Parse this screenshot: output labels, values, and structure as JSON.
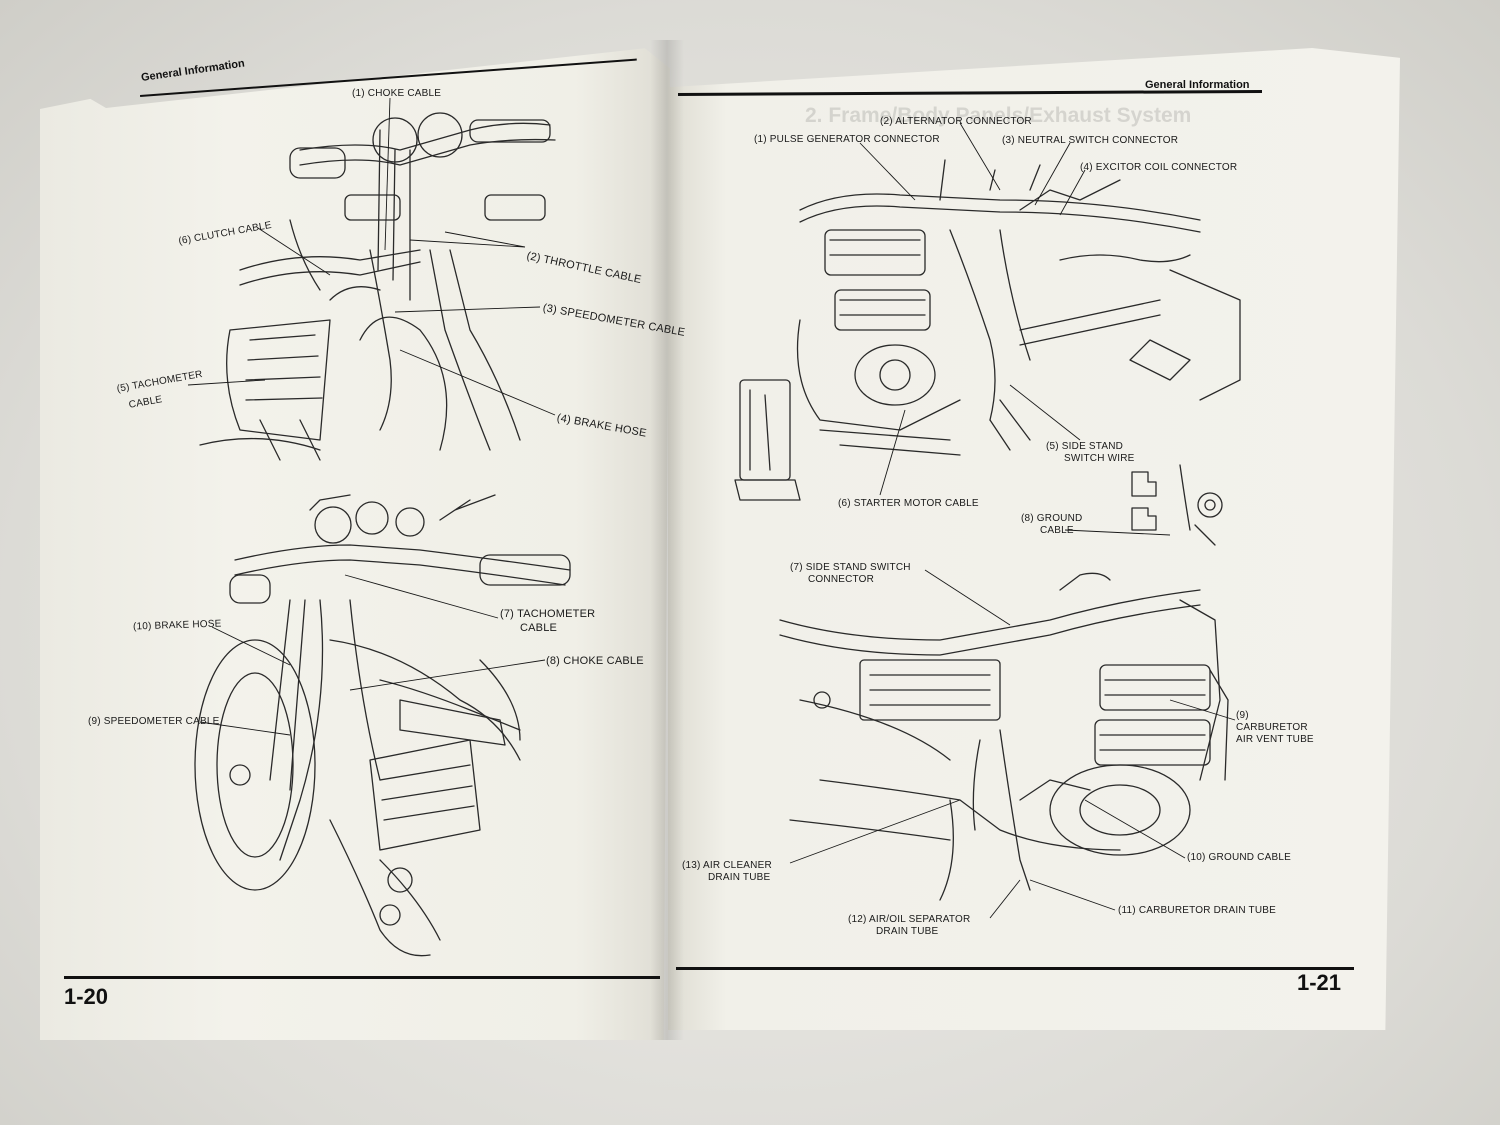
{
  "left_page": {
    "header": "General Information",
    "page_number": "1-20",
    "labels": {
      "choke_cable_1": "(1) CHOKE CABLE",
      "clutch_cable_6": "(6) CLUTCH CABLE",
      "throttle_cable_2": "(2) THROTTLE CABLE",
      "speedometer_cable_3": "(3) SPEEDOMETER CABLE",
      "tachometer_cable_5_line1": "(5) TACHOMETER",
      "tachometer_cable_5_line2": "CABLE",
      "brake_hose_4": "(4) BRAKE HOSE",
      "brake_hose_10": "(10) BRAKE HOSE",
      "tachometer_cable_7_line1": "(7) TACHOMETER",
      "tachometer_cable_7_line2": "CABLE",
      "choke_cable_8": "(8) CHOKE CABLE",
      "speedometer_cable_9": "(9) SPEEDOMETER CABLE"
    }
  },
  "right_page": {
    "header": "General Information",
    "page_number": "1-21",
    "bleed_through_title": "2. Frame/Body Panels/Exhaust System",
    "labels": {
      "alternator_connector_2": "(2) ALTERNATOR CONNECTOR",
      "pulse_generator_connector_1": "(1) PULSE GENERATOR CONNECTOR",
      "neutral_switch_connector_3": "(3) NEUTRAL SWITCH CONNECTOR",
      "excitor_coil_connector_4": "(4) EXCITOR COIL CONNECTOR",
      "side_stand_switch_wire_5_line1": "(5) SIDE STAND",
      "side_stand_switch_wire_5_line2": "SWITCH WIRE",
      "starter_motor_cable_6": "(6) STARTER MOTOR CABLE",
      "ground_cable_8_line1": "(8) GROUND",
      "ground_cable_8_line2": "CABLE",
      "side_stand_switch_connector_7_line1": "(7) SIDE STAND SWITCH",
      "side_stand_switch_connector_7_line2": "CONNECTOR",
      "carburetor_air_vent_tube_9_line1": "(9)",
      "carburetor_air_vent_tube_9_line2": "CARBURETOR",
      "carburetor_air_vent_tube_9_line3": "AIR VENT TUBE",
      "ground_cable_10": "(10) GROUND CABLE",
      "air_cleaner_drain_tube_13_line1": "(13) AIR CLEANER",
      "air_cleaner_drain_tube_13_line2": "DRAIN TUBE",
      "carburetor_drain_tube_11": "(11) CARBURETOR DRAIN TUBE",
      "air_oil_separator_drain_tube_12_line1": "(12) AIR/OIL SEPARATOR",
      "air_oil_separator_drain_tube_12_line2": "DRAIN TUBE"
    }
  }
}
